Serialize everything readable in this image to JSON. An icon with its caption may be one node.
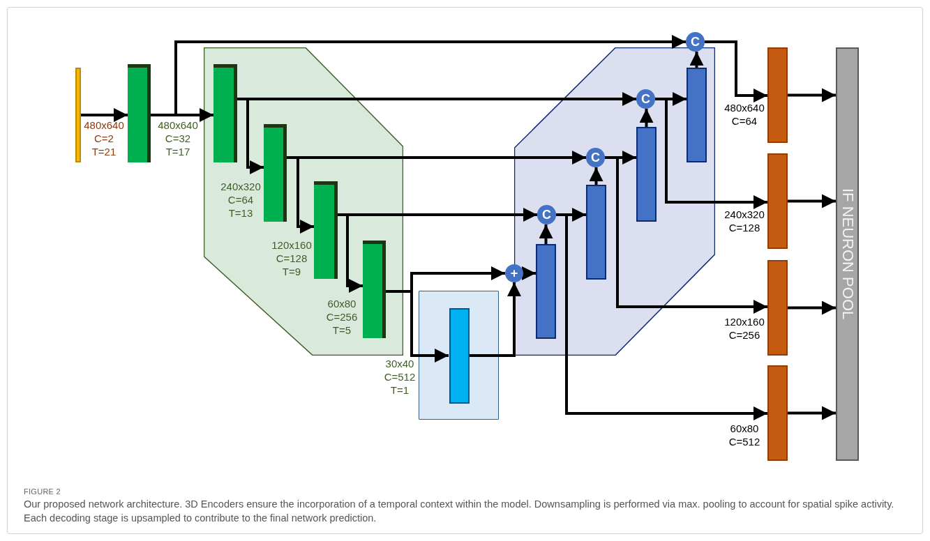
{
  "diagram": {
    "title": "FIGURE 2",
    "caption": "Our proposed network architecture. 3D Encoders ensure the incorporation of a temporal context within the model. Downsampling is performed via max. pooling to account for spatial spike activity. Each decoding stage is upsampled to contribute to the final network prediction.",
    "nodes": [
      {
        "text": [],
        "shape": "bar",
        "beside": [
          "480x640",
          "C=2",
          "T=21"
        ]
      },
      {
        "text": [],
        "shape": "bar",
        "beside": [
          "480x640",
          "C=32",
          "T=17"
        ]
      },
      {
        "text": [],
        "shape": "polygon"
      },
      {
        "text": [],
        "shape": "bar",
        "in": 2
      },
      {
        "text": [],
        "shape": "bar",
        "in": 2,
        "beside": [
          "240x320",
          "C=64",
          "T=13"
        ]
      },
      {
        "text": [],
        "shape": "bar",
        "in": 2,
        "beside": [
          "120x160",
          "C=128",
          "T=9"
        ]
      },
      {
        "text": [],
        "shape": "bar",
        "in": 2,
        "beside": [
          "60x80",
          "C=256",
          "T=5"
        ]
      },
      {
        "text": [],
        "shape": "box"
      },
      {
        "text": [],
        "shape": "bar",
        "in": 7,
        "beside": [
          "30x40",
          "C=512",
          "T=1"
        ]
      },
      {
        "text": [],
        "shape": "polygon"
      },
      {
        "text": [
          "+"
        ]
      },
      {
        "text": [],
        "shape": "bar",
        "in": 9
      },
      {
        "text": [
          "C"
        ],
        "in": 9
      },
      {
        "text": [],
        "shape": "bar",
        "in": 9
      },
      {
        "text": [
          "C"
        ],
        "in": 9
      },
      {
        "text": [],
        "shape": "bar",
        "in": 9
      },
      {
        "text": [
          "C"
        ],
        "in": 9
      },
      {
        "text": [],
        "shape": "bar",
        "in": 9
      },
      {
        "text": [
          "C"
        ]
      },
      {
        "text": [],
        "shape": "bar",
        "beside": [
          "480x640",
          "C=64"
        ]
      },
      {
        "text": [],
        "shape": "bar",
        "beside": [
          "240x320",
          "C=128"
        ]
      },
      {
        "text": [],
        "shape": "bar",
        "beside": [
          "120x160",
          "C=256"
        ]
      },
      {
        "text": [],
        "shape": "bar",
        "beside": [
          "60x80",
          "C=512"
        ]
      },
      {
        "text": [
          "IF NEURON POOL"
        ]
      }
    ],
    "edges": [
      {
        "from": 0,
        "to": 1,
        "arrow": "to"
      },
      {
        "from": 1,
        "to": 3,
        "arrow": "to"
      },
      {
        "from": 1,
        "to": 18,
        "arrow": "to"
      },
      {
        "from": 3,
        "to": 4,
        "arrow": "to"
      },
      {
        "from": 3,
        "to": 16,
        "arrow": "to"
      },
      {
        "from": 4,
        "to": 5,
        "arrow": "to"
      },
      {
        "from": 4,
        "to": 14,
        "arrow": "to"
      },
      {
        "from": 5,
        "to": 6,
        "arrow": "to"
      },
      {
        "from": 5,
        "to": 12,
        "arrow": "to"
      },
      {
        "from": 6,
        "to": 10,
        "arrow": "to"
      },
      {
        "from": 6,
        "to": 8,
        "arrow": "to"
      },
      {
        "from": 8,
        "to": 10,
        "arrow": "to"
      },
      {
        "from": 10,
        "to": 11,
        "arrow": "to"
      },
      {
        "from": 11,
        "to": 12,
        "arrow": "to"
      },
      {
        "from": 12,
        "to": 13,
        "arrow": "to"
      },
      {
        "from": 12,
        "to": 22,
        "arrow": "to"
      },
      {
        "from": 13,
        "to": 14,
        "arrow": "to"
      },
      {
        "from": 14,
        "to": 15,
        "arrow": "to"
      },
      {
        "from": 14,
        "to": 21,
        "arrow": "to"
      },
      {
        "from": 15,
        "to": 16,
        "arrow": "to"
      },
      {
        "from": 16,
        "to": 17,
        "arrow": "to"
      },
      {
        "from": 16,
        "to": 20,
        "arrow": "to"
      },
      {
        "from": 17,
        "to": 18,
        "arrow": "to"
      },
      {
        "from": 18,
        "to": 19,
        "arrow": "to"
      },
      {
        "from": 19,
        "to": 23,
        "arrow": "to"
      },
      {
        "from": 20,
        "to": 23,
        "arrow": "to"
      },
      {
        "from": 21,
        "to": 23,
        "arrow": "to"
      },
      {
        "from": 22,
        "to": 23,
        "arrow": "to"
      }
    ]
  }
}
